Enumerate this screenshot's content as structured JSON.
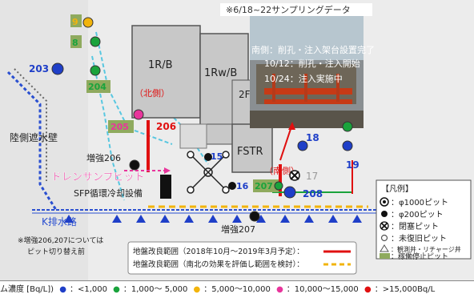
{
  "header_note": "※6/18~22サンプリングデータ",
  "buildings": {
    "r1": "1R/B",
    "rw1": "1Rw/B",
    "b2f": "2F",
    "fstr": "FSTR"
  },
  "photo_text": {
    "line1": "南側：削孔・注入架台設置完了",
    "line2": "10/12：削孔・注入開始",
    "line3": "10/24：注入実施中"
  },
  "labels": {
    "north_side": "（北側）",
    "south_side": "（南側）",
    "land_wall": "陸側遮水壁",
    "drain_pit": "ドレンサンプピット",
    "sfp_equipment": "SFP循環冷却設備",
    "k_channel": "K排水路",
    "reinforce206": "増強206",
    "reinforce207": "増強207",
    "note_line1": "※増強206,207については",
    "note_line2": "ピット切り替え前"
  },
  "pits": {
    "p9": "9",
    "p8": "8",
    "p203": "203",
    "p204": "204",
    "p205": "205",
    "p206": "206",
    "p15": "15",
    "p16": "16",
    "p207": "207",
    "p17": "17",
    "p18": "18",
    "p19": "19",
    "p208": "208"
  },
  "improvement_box": {
    "row1": "地盤改良範囲（2018年10月～2019年3月予定）：",
    "row2": "地盤改良範囲（南北の効果を評価し範囲を検討）："
  },
  "legend": {
    "title": "【凡例】",
    "items": [
      "：φ1000ピット",
      "：φ200ピット",
      "：閉塞ピット",
      "：未復旧ピット",
      "：観測井・リチャージ井",
      "：稼働停止ピット"
    ]
  },
  "concentration": {
    "prefix": "ム濃度 [Bq/L])",
    "c1": "：<1,000",
    "c2": "：1,000～ 5,000",
    "c3": "：5,000～10,000",
    "c4": "：10,000～15,000",
    "c5": "：>15,000Bq/L"
  },
  "colors": {
    "blue": "#1f3fc8",
    "green": "#1aa33c",
    "yellow": "#f2b40c",
    "pink": "#e8359c",
    "red": "#e01010",
    "cyan": "#58c7e0",
    "stopped_pit": "#8faa5e",
    "building": "#c8c8c8"
  }
}
